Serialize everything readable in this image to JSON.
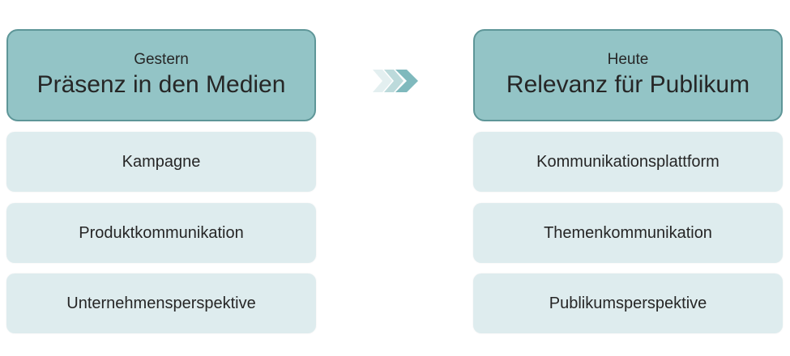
{
  "left": {
    "header": {
      "subtitle": "Gestern",
      "title": "Präsenz in den Medien"
    },
    "items": [
      "Kampagne",
      "Produktkommunikation",
      "Unternehmensperspektive"
    ]
  },
  "right": {
    "header": {
      "subtitle": "Heute",
      "title": "Relevanz für Publikum"
    },
    "items": [
      "Kommunikationsplattform",
      "Themenkommunikation",
      "Publikumsperspektive"
    ]
  },
  "arrow": {
    "icon": "triple-chevron-right-icon",
    "colors": [
      "#e3eff0",
      "#bcdadb",
      "#7fb9bd"
    ]
  }
}
